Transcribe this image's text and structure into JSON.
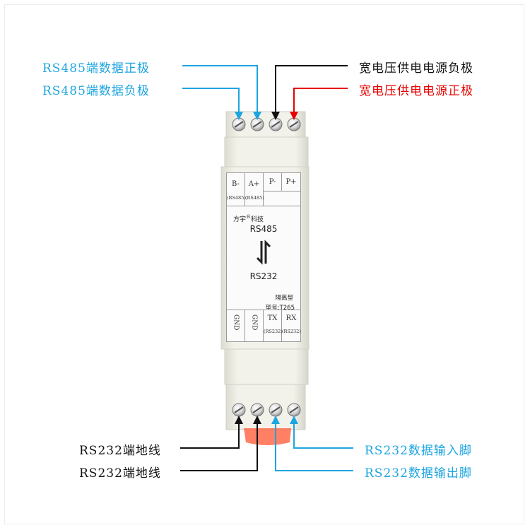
{
  "labels": {
    "top_left": [
      "RS485端数据正极",
      "RS485端数据负极"
    ],
    "top_right": [
      "宽电压供电电源负极",
      "宽电压供电电源正极"
    ],
    "bottom_left": [
      "RS232端地线",
      "RS232端地线"
    ],
    "bottom_right": [
      "RS232数据输入脚",
      "RS232数据输出脚"
    ]
  },
  "device": {
    "top_terminals": [
      {
        "name": "B-",
        "sub": "(RS485)"
      },
      {
        "name": "A+",
        "sub": "(RS485)"
      },
      {
        "name": "P-",
        "sub": ""
      },
      {
        "name": "P+",
        "sub": ""
      }
    ],
    "brand": "方宇",
    "brand_mark": "®",
    "brand_suffix": "科技",
    "top_model": "RS485",
    "bottom_model": "RS232",
    "isolation": "隔离型",
    "model_number": "型号:T265",
    "bottom_terminals": [
      {
        "name": "GND",
        "sub": ""
      },
      {
        "name": "GND",
        "sub": ""
      },
      {
        "name": "TX",
        "sub": "(RS232)"
      },
      {
        "name": "RX",
        "sub": "(RS232)"
      }
    ]
  },
  "colors": {
    "blue": "#1ea5e0",
    "red": "#e60000",
    "black": "#111111"
  }
}
